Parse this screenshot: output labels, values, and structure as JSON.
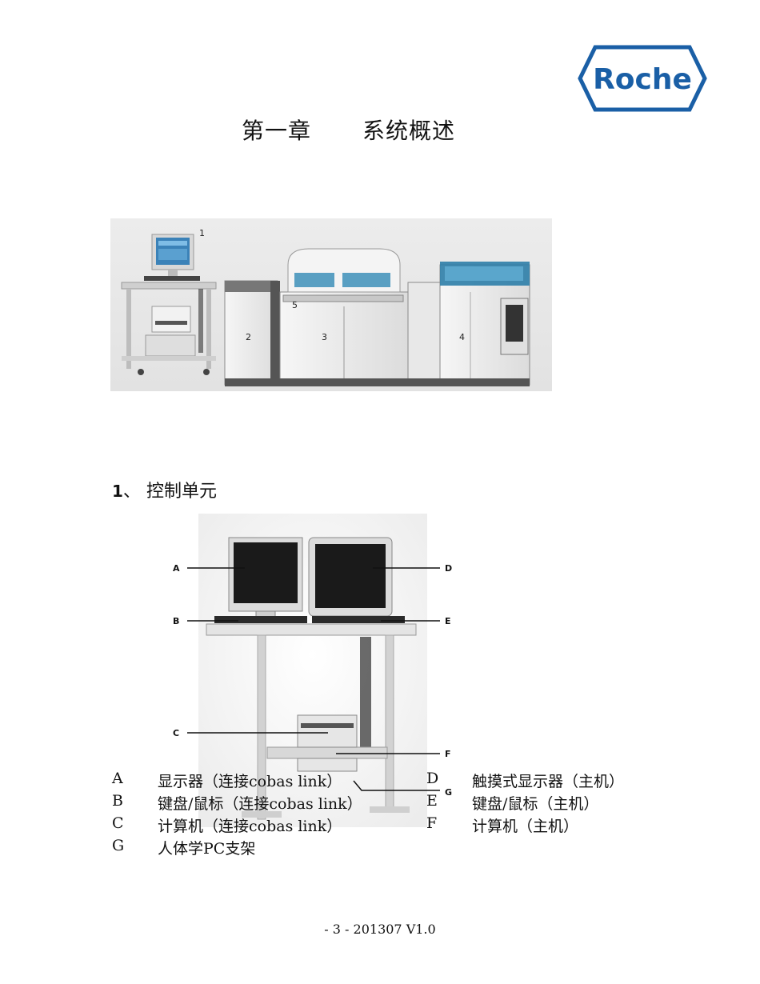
{
  "logo": {
    "text": "Roche",
    "color": "#1a5fa6"
  },
  "chapter": {
    "label": "第一章",
    "title": "系统概述"
  },
  "figure_system": {
    "callouts": [
      "1",
      "2",
      "3",
      "4",
      "5"
    ]
  },
  "section": {
    "number": "1",
    "separator": "、",
    "title": "控制单元"
  },
  "figure_control": {
    "callouts": [
      "A",
      "B",
      "C",
      "D",
      "E",
      "F",
      "G"
    ]
  },
  "legend": [
    {
      "key": "A",
      "text": "显示器（连接cobas link）"
    },
    {
      "key": "B",
      "text": "键盘/鼠标（连接cobas link）"
    },
    {
      "key": "C",
      "text": "计算机（连接cobas link）"
    },
    {
      "key": "G",
      "text": "人体学PC支架"
    },
    {
      "key": "D",
      "text": "触摸式显示器（主机）"
    },
    {
      "key": "E",
      "text": "键盘/鼠标（主机）"
    },
    {
      "key": "F",
      "text": "计算机（主机）"
    }
  ],
  "footer": {
    "text": "- 3 - 201307 V1.0"
  }
}
